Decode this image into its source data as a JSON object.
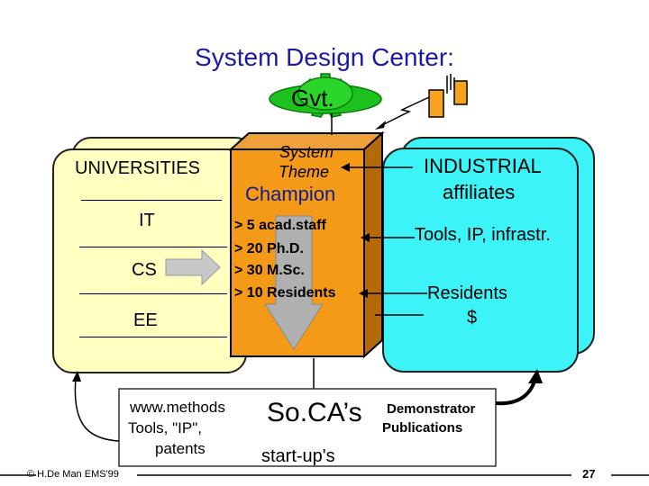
{
  "title": "System Design Center:",
  "govt_label": "Gvt.",
  "universities": {
    "title": "UNIVERSITIES",
    "items": [
      "IT",
      "CS",
      "EE"
    ]
  },
  "center": {
    "theme_line1": "System",
    "theme_line2": "Theme",
    "champion": "Champion",
    "stats": [
      "> 5 acad.staff",
      "> 20 Ph.D.",
      "> 30 M.Sc.",
      "> 10 Residents"
    ]
  },
  "industrial": {
    "title_line1": "INDUSTRIAL",
    "title_line2": "affiliates",
    "tools": "Tools, IP, infrastr.",
    "residents": "Residents",
    "money": "$"
  },
  "outputs": {
    "methods": [
      "www.methods",
      "Tools, \"IP\",",
      "patents"
    ],
    "soca": "So.CA’s",
    "demonstrator": "Demonstrator",
    "publications": "Publications",
    "startups": "start-up's"
  },
  "footer": {
    "copyright": "© H.De Man EMS'99",
    "page_number": "27"
  },
  "colors": {
    "title": "#1a1aa6",
    "universities_fill": "#ffffc0",
    "industrial_fill": "#3cf4f8",
    "center_fill": "#f59a18",
    "govt_gear": "#1ec21e",
    "arrow_gray": "#b0b0b0"
  },
  "icons": [
    "gear-icon",
    "telephone-pole-icon",
    "lightning-arrow-icon"
  ]
}
